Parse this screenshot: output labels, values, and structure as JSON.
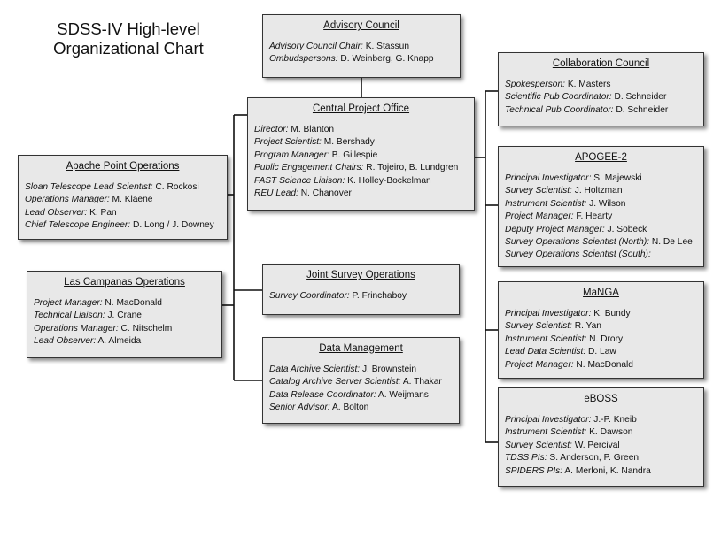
{
  "title": {
    "line1": "SDSS-IV High-level",
    "line2": "Organizational Chart"
  },
  "colors": {
    "box_fill": "#e8e8e8",
    "box_border": "#333333",
    "connector": "#111111"
  },
  "boxes": [
    {
      "id": "advisory-council",
      "title": "Advisory Council",
      "rows": [
        {
          "role": "Advisory Council Chair:",
          "name": "K. Stassun"
        },
        {
          "role": "Ombudspersons:",
          "name": "D. Weinberg, G. Knapp"
        }
      ]
    },
    {
      "id": "central-project-office",
      "title": "Central Project Office",
      "rows": [
        {
          "role": "Director:",
          "name": "M. Blanton"
        },
        {
          "role": "Project Scientist:",
          "name": "M. Bershady"
        },
        {
          "role": "Program Manager:",
          "name": "B. Gillespie"
        },
        {
          "role": "Public Engagement Chairs:",
          "name": "R. Tojeiro, B. Lundgren"
        },
        {
          "role": "FAST Science Liaison:",
          "name": "K. Holley-Bockelman"
        },
        {
          "role": "REU Lead:",
          "name": "N. Chanover"
        }
      ]
    },
    {
      "id": "apache-point-operations",
      "title": "Apache Point Operations",
      "rows": [
        {
          "role": "Sloan Telescope Lead Scientist:",
          "name": "C. Rockosi"
        },
        {
          "role": "Operations Manager:",
          "name": "M. Klaene"
        },
        {
          "role": "Lead Observer:",
          "name": "K. Pan"
        },
        {
          "role": "Chief Telescope Engineer:",
          "name": "D. Long / J. Downey"
        }
      ]
    },
    {
      "id": "las-campanas-operations",
      "title": "Las Campanas Operations",
      "rows": [
        {
          "role": "Project Manager:",
          "name": "N. MacDonald"
        },
        {
          "role": "Technical Liaison:",
          "name": "J. Crane"
        },
        {
          "role": "Operations Manager:",
          "name": "C. Nitschelm"
        },
        {
          "role": "Lead Observer:",
          "name": "A. Almeida"
        }
      ]
    },
    {
      "id": "joint-survey-operations",
      "title": "Joint Survey Operations",
      "rows": [
        {
          "role": "Survey Coordinator:",
          "name": " P. Frinchaboy"
        }
      ]
    },
    {
      "id": "data-management",
      "title": "Data Management",
      "rows": [
        {
          "role": "Data Archive Scientist:",
          "name": "J. Brownstein"
        },
        {
          "role": "Catalog Archive Server Scientist:",
          "name": "A. Thakar"
        },
        {
          "role": "Data Release Coordinator:",
          "name": "A. Weijmans"
        },
        {
          "role": "Senior Advisor:",
          "name": "A. Bolton"
        }
      ]
    },
    {
      "id": "collaboration-council",
      "title": "Collaboration Council",
      "rows": [
        {
          "role": "Spokesperson:",
          "name": "K. Masters"
        },
        {
          "role": "Scientific Pub Coordinator:",
          "name": "D. Schneider"
        },
        {
          "role": "Technical Pub Coordinator:",
          "name": "D. Schneider"
        }
      ]
    },
    {
      "id": "apogee-2",
      "title": "APOGEE-2",
      "rows": [
        {
          "role": "Principal Investigator:",
          "name": "S. Majewski"
        },
        {
          "role": "Survey Scientist:",
          "name": "J. Holtzman"
        },
        {
          "role": "Instrument Scientist:",
          "name": "J. Wilson"
        },
        {
          "role": "Project Manager:",
          "name": "F. Hearty"
        },
        {
          "role": "Deputy Project Manager:",
          "name": "J. Sobeck"
        },
        {
          "role": "Survey Operations Scientist (North):",
          "name": "N. De Lee"
        },
        {
          "role": "Survey Operations Scientist (South):",
          "name": ""
        }
      ]
    },
    {
      "id": "manga",
      "title": "MaNGA",
      "rows": [
        {
          "role": "Principal Investigator:",
          "name": "K. Bundy"
        },
        {
          "role": "Survey Scientist:",
          "name": "R. Yan"
        },
        {
          "role": "Instrument Scientist:",
          "name": "N. Drory"
        },
        {
          "role": "Lead Data Scientist:",
          "name": "D. Law"
        },
        {
          "role": "Project Manager:",
          "name": "N. MacDonald"
        }
      ]
    },
    {
      "id": "eboss",
      "title": "eBOSS",
      "rows": [
        {
          "role": "Principal Investigator:",
          "name": "J.-P. Kneib"
        },
        {
          "role": "Instrument Scientist:",
          "name": "K. Dawson"
        },
        {
          "role": "Survey Scientist:",
          "name": "W. Percival"
        },
        {
          "role": "TDSS PIs:",
          "name": "S. Anderson, P. Green"
        },
        {
          "role": "SPIDERS PIs:",
          "name": "A. Merloni, K. Nandra"
        }
      ]
    }
  ]
}
